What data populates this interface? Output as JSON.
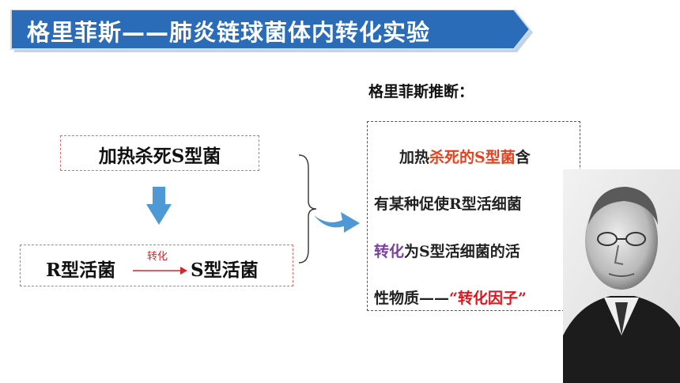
{
  "title": "格里菲斯——肺炎链球菌体内转化实验",
  "colors": {
    "banner": "#2b6cb8",
    "arrow": "#4f98d6",
    "box_border": "#e36b6b",
    "highlight_red": "#e8401c",
    "highlight_purple": "#7a3fa0"
  },
  "left": {
    "heat_killed": "加热杀死S型菌",
    "r_live": "R型活菌",
    "convert_label": "转化",
    "s_live": "S型活菌"
  },
  "inference": {
    "heading": "格里菲斯推断：",
    "line1_a": "加热",
    "line1_b": "杀死的S型菌",
    "line1_c": "含",
    "line2": "有某种促使R型活细菌",
    "line3_a": "转化",
    "line3_b": "为S型活细菌的活",
    "line4_a": "性物质——",
    "line4_b": "“转化因子”"
  },
  "icons": [
    "down-arrow-icon",
    "right-arrow-icon",
    "brace-icon",
    "portrait-photo"
  ]
}
